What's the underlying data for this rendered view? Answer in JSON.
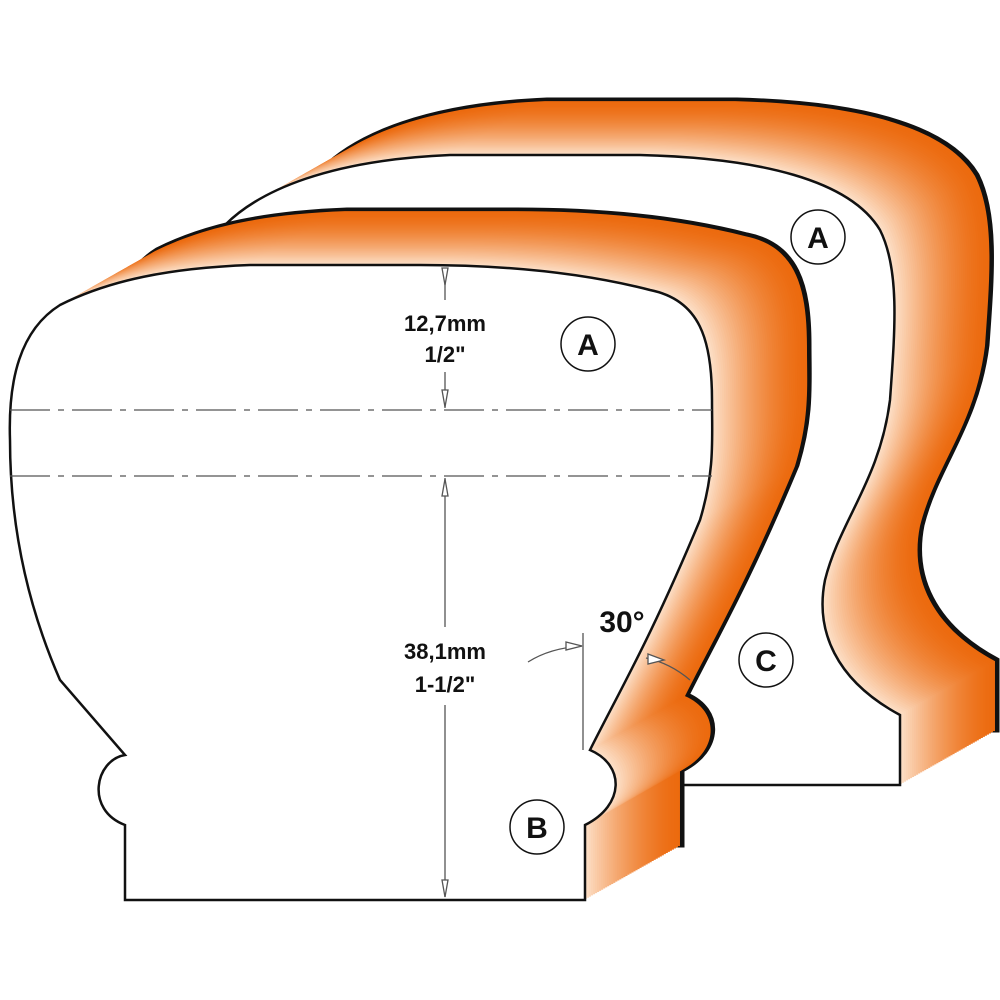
{
  "colors": {
    "orange_dark": "#ec6a0e",
    "orange_light": "#fde3cd",
    "outline": "#111111"
  },
  "dimensions": {
    "top_mm": "12,7mm",
    "top_in": "1/2\"",
    "bottom_mm": "38,1mm",
    "bottom_in": "1-1/2\"",
    "angle": "30°"
  },
  "markers": {
    "front_a": "A",
    "rear_a": "A",
    "b": "B",
    "c": "C"
  }
}
